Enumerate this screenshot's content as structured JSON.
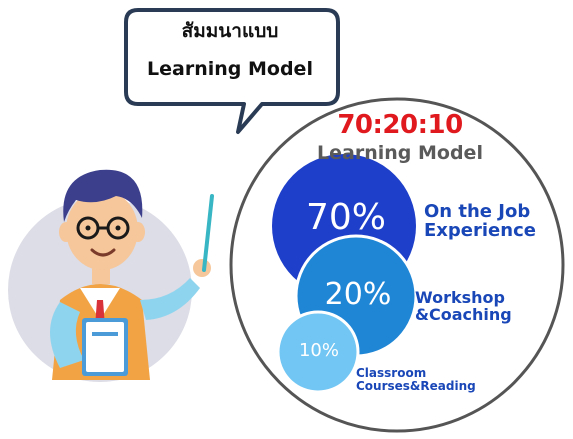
{
  "bubble": {
    "line1": "สัมมนาแบบ",
    "line2": "Learning Model"
  },
  "model": {
    "title": "70:20:10",
    "subtitle": "Learning Model"
  },
  "segments": [
    {
      "percent": "70%",
      "label_line1": "On the Job",
      "label_line2": "Experience",
      "color": "#1e3fc9"
    },
    {
      "percent": "20%",
      "label_line1": "Workshop",
      "label_line2": "&Coaching",
      "color": "#1f86d6"
    },
    {
      "percent": "10%",
      "label_line1": "Classroom",
      "label_line2": "Courses&Reading",
      "color": "#72c6f3"
    }
  ],
  "colors": {
    "title_red": "#e0191e",
    "label_blue": "#1a47b8",
    "subtitle_gray": "#5a5a5a",
    "avatar_bg": "#dcdde6"
  },
  "icons": [
    "teacher-illustration",
    "pointer-stick"
  ]
}
